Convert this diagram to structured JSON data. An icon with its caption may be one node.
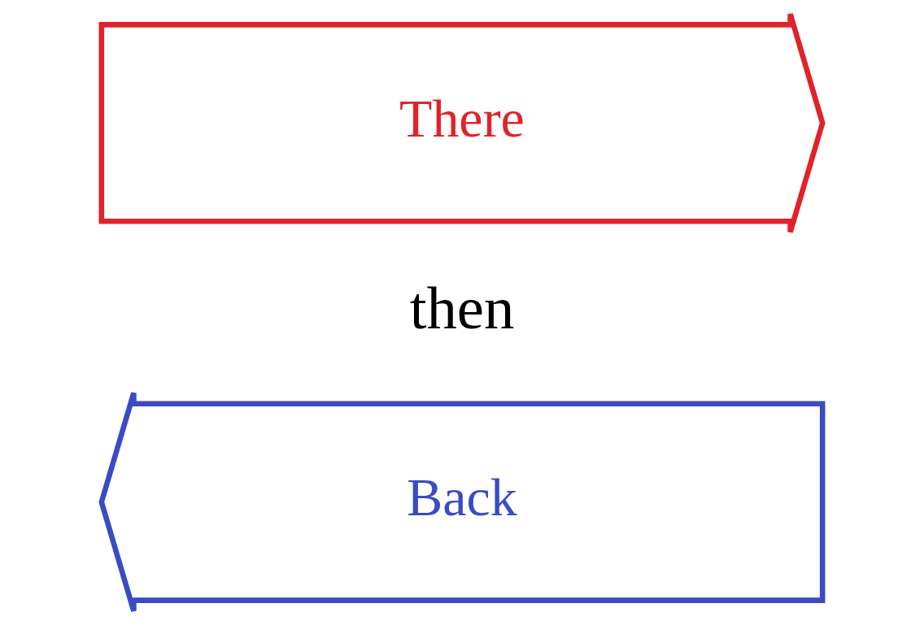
{
  "diagram": {
    "nodes": [
      {
        "text": [
          "There"
        ]
      },
      {
        "text": [
          "Back"
        ]
      }
    ],
    "edges": [],
    "labels": [
      "then"
    ]
  }
}
